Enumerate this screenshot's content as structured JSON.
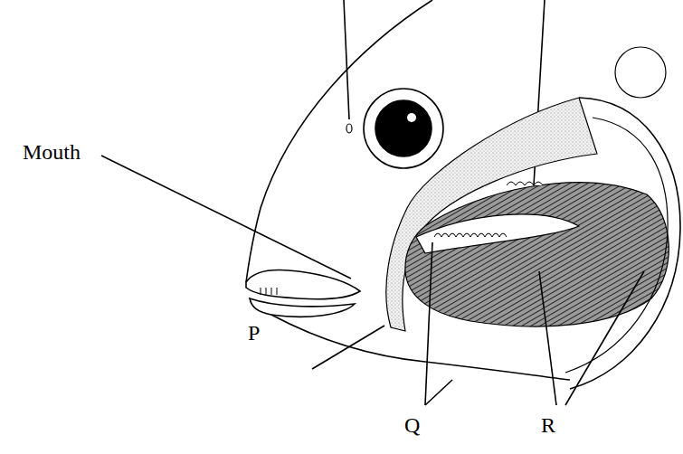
{
  "diagram": {
    "labels": [
      "Mouth",
      "P",
      "Q",
      "R"
    ]
  }
}
